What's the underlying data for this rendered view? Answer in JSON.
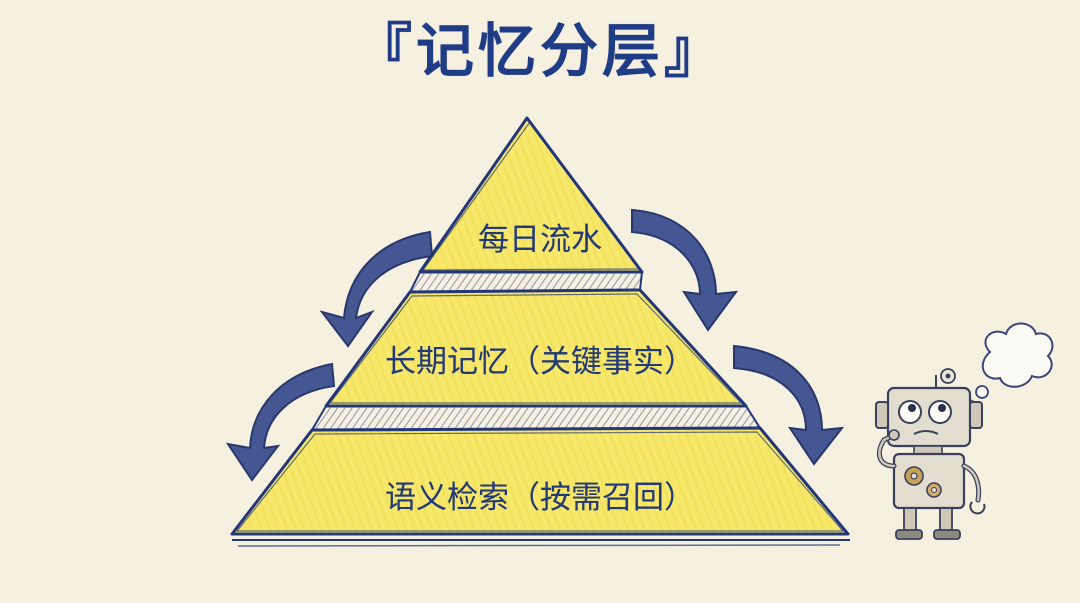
{
  "title": "『记忆分层』",
  "pyramid": {
    "tiers": [
      {
        "label": "每日流水"
      },
      {
        "label": "长期记忆（关键事实）"
      },
      {
        "label": "语义检索（按需召回）"
      }
    ]
  },
  "colors": {
    "background": "#f6f0e1",
    "ink": "#22377a",
    "fill": "#f5e65a",
    "arrow": "#3c4f8e"
  },
  "icons": {
    "robot": "robot-thinking-icon",
    "thought": "thought-bubble-icon",
    "arrows": "curved-arrow-icon"
  }
}
